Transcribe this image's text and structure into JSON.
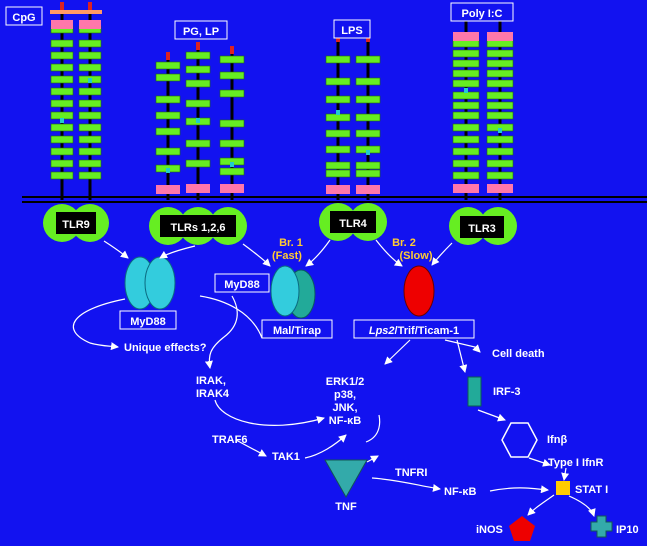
{
  "colors": {
    "background": "#1212f0",
    "receptor_green": "#66ee22",
    "tir_pink": "#ff77aa",
    "stalk_black": "#000000",
    "arrow_white": "#ffffff",
    "branch_label": "#ffcc33",
    "myd88_cyan": "#33ccdd",
    "trif_red": "#ee0000",
    "irf3_teal": "#22aa99",
    "tnf_teal": "#33aaaa",
    "stat_yellow": "#ffcc00",
    "inos_red": "#ee0000",
    "ip10_teal": "#33aaaa"
  },
  "ligands": {
    "cpg": "CpG",
    "pg_lp": "PG, LP",
    "lps": "LPS",
    "poly_ic": "Poly I:C"
  },
  "receptors": {
    "tlr9": "TLR9",
    "tlrs126": "TLRs 1,2,6",
    "tlr4": "TLR4",
    "tlr3": "TLR3"
  },
  "branches": {
    "br1": "Br. 1",
    "br1_sub": "(Fast)",
    "br2": "Br. 2",
    "br2_sub": "(Slow)"
  },
  "adaptors": {
    "myd88_left": "MyD88",
    "myd88_top": "MyD88",
    "mal_tirap": "Mal/Tirap",
    "lps2_italic": "Lps2",
    "lps2_rest": "/Trif/Ticam-1"
  },
  "nodes": {
    "unique_effects": "Unique effects?",
    "irak": "IRAK,",
    "irak4": "IRAK4",
    "traf6": "TRAF6",
    "tak1": "TAK1",
    "erk": "ERK1/2",
    "p38": "p38,",
    "jnk": "JNK,",
    "nfkb_mid": "NF-κB",
    "tnf": "TNF",
    "tnfri": "TNFRI",
    "nfkb_low": "NF-κB",
    "inos": "iNOS",
    "cell_death": "Cell death",
    "irf3": "IRF-3",
    "ifnb": "Ifnβ",
    "type1_ifnr": "Type I IfnR",
    "stat1": "STAT I",
    "ip10": "IP10"
  }
}
